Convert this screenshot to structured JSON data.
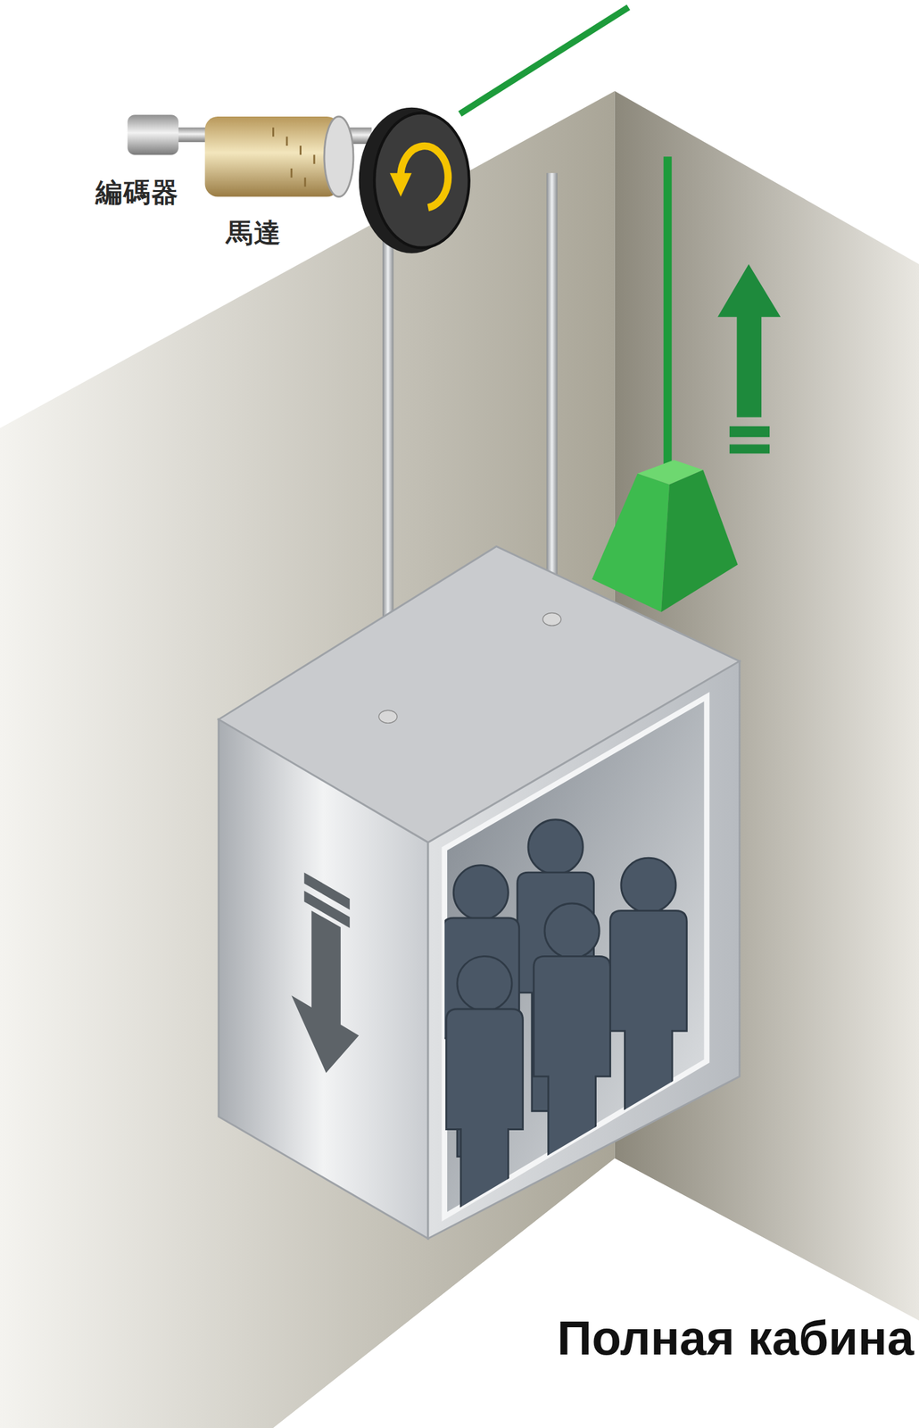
{
  "diagram": {
    "caption": "Полная кабина",
    "labels": [
      "編碼器",
      "馬達"
    ]
  }
}
